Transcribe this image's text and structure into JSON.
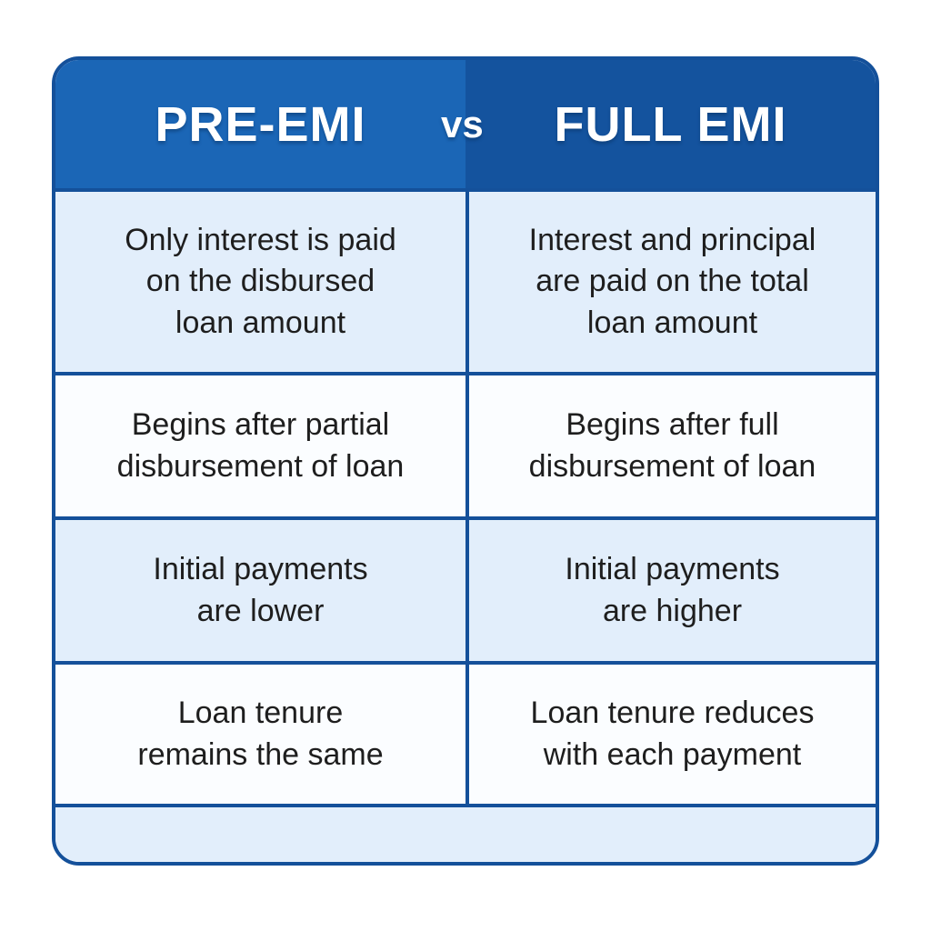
{
  "title": "PRE-EMI vs FULL EMI",
  "header": {
    "left_title": "PRE-EMI",
    "vs_label": "vs",
    "right_title": "FULL EMI"
  },
  "colors": {
    "header_left_bg": "#1b66b6",
    "header_right_bg": "#14539e",
    "border": "#14509a",
    "row_alt_bg": "#e2eefb",
    "row_light_bg": "#fbfdff",
    "cell_text": "#1e1e1e",
    "header_text": "#ffffff"
  },
  "table": {
    "columns": [
      "PRE-EMI",
      "FULL EMI"
    ],
    "rows": [
      {
        "left": "Only interest is paid\non the disbursed\nloan amount",
        "right": "Interest and principal\nare paid on the total\nloan amount"
      },
      {
        "left": "Begins after partial\ndisbursement of loan",
        "right": "Begins after full\ndisbursement of loan"
      },
      {
        "left": "Initial payments\nare lower",
        "right": "Initial payments\nare higher"
      },
      {
        "left": "Loan tenure\nremains the same",
        "right": "Loan tenure reduces\nwith each payment"
      }
    ]
  },
  "chart_data": {
    "type": "table",
    "title": "PRE-EMI vs FULL EMI",
    "columns": [
      "PRE-EMI",
      "FULL EMI"
    ],
    "rows": [
      [
        "Only interest is paid on the disbursed loan amount",
        "Interest and principal are paid on the total loan amount"
      ],
      [
        "Begins after partial disbursement of loan",
        "Begins after full disbursement of loan"
      ],
      [
        "Initial payments are lower",
        "Initial payments are higher"
      ],
      [
        "Loan tenure remains the same",
        "Loan tenure reduces with each payment"
      ]
    ]
  }
}
